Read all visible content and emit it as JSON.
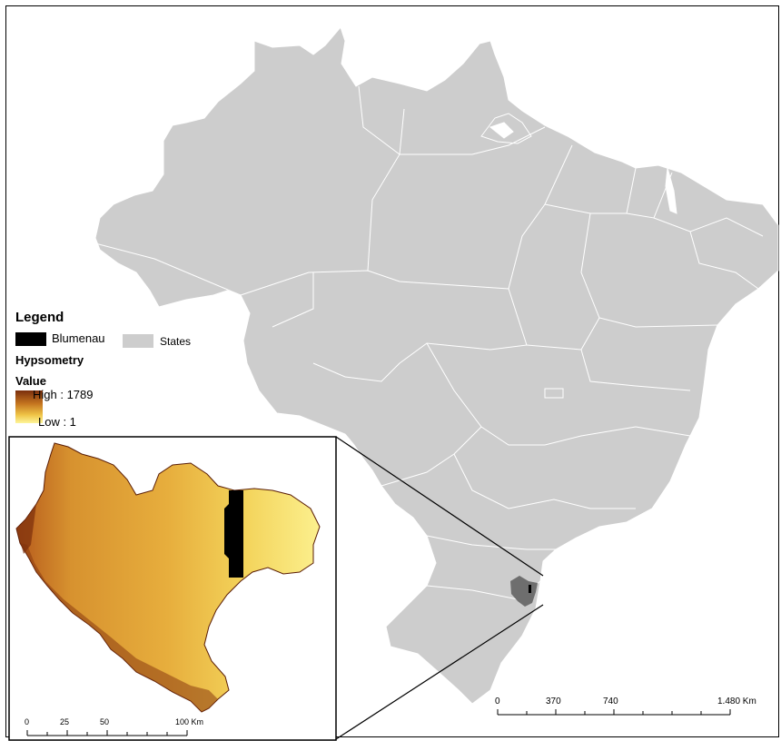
{
  "legend": {
    "title": "Legend",
    "blumenau_label": "Blumenau",
    "states_label": "States",
    "hypsometry_title": "Hypsometry",
    "value_title": "Value",
    "high_label": "High : 1789",
    "low_label": "Low : 1"
  },
  "colors": {
    "states_fill": "#cdcdcd",
    "state_borders": "#ffffff",
    "blumenau": "#000000",
    "basin_highlight": "#6e6e6e",
    "ramp_high": "#7a2e0c",
    "ramp_low": "#fdf59a"
  },
  "main_scale": {
    "ticks": [
      "0",
      "370",
      "740",
      "1.480 Km"
    ]
  },
  "inset_scale": {
    "ticks": [
      "0",
      "25",
      "50",
      "100 Km"
    ]
  }
}
